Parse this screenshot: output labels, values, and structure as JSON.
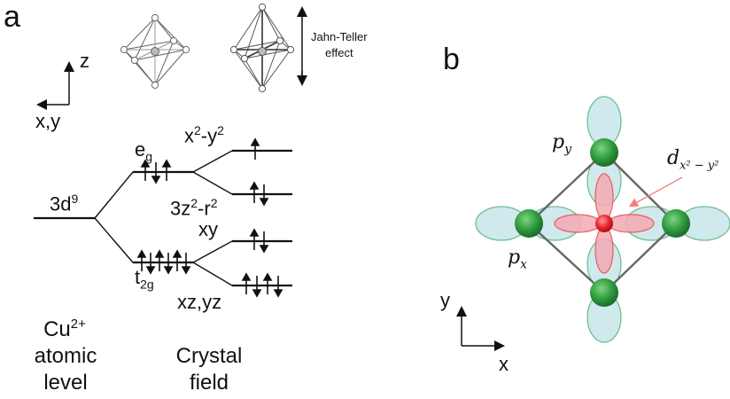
{
  "panels": {
    "a": "a",
    "b": "b"
  },
  "energy_diagram": {
    "axis_z": "z",
    "axis_xy": "x,y",
    "jahn_teller": [
      "Jahn-Teller",
      "effect"
    ],
    "atomic_config": "3d",
    "atomic_config_sup": "9",
    "eg": "e",
    "eg_sub": "g",
    "t2g": "t",
    "t2g_sub": "2g",
    "x2y2": "x",
    "x2y2_sup1": "2",
    "x2y2_mid": "-y",
    "x2y2_sup2": "2",
    "z2r2_pre": "3z",
    "z2r2_sup1": "2",
    "z2r2_mid": "-r",
    "z2r2_sup2": "2",
    "xy": "xy",
    "xzyz": "xz,yz",
    "cu_label": "Cu",
    "cu_sup": "2+",
    "atomic_level": [
      "atomic",
      "level"
    ],
    "crystal_field": [
      "Crystal",
      "field"
    ]
  },
  "orbital_diagram": {
    "py_main": "p",
    "py_sub": "y",
    "px_main": "p",
    "px_sub": "x",
    "d_main": "d",
    "d_sub": "x² − y²",
    "axis_y": "y",
    "axis_x": "x"
  },
  "colors": {
    "p_orbital_fill": "#cfe9ec",
    "p_orbital_stroke": "#6fbf94",
    "oxygen_green": "#2e9a3e",
    "d_orbital_fill": "#f4aab3",
    "d_orbital_stroke": "#e8464f",
    "cu_red": "#e8232f",
    "arrow_red": "#f08080"
  }
}
